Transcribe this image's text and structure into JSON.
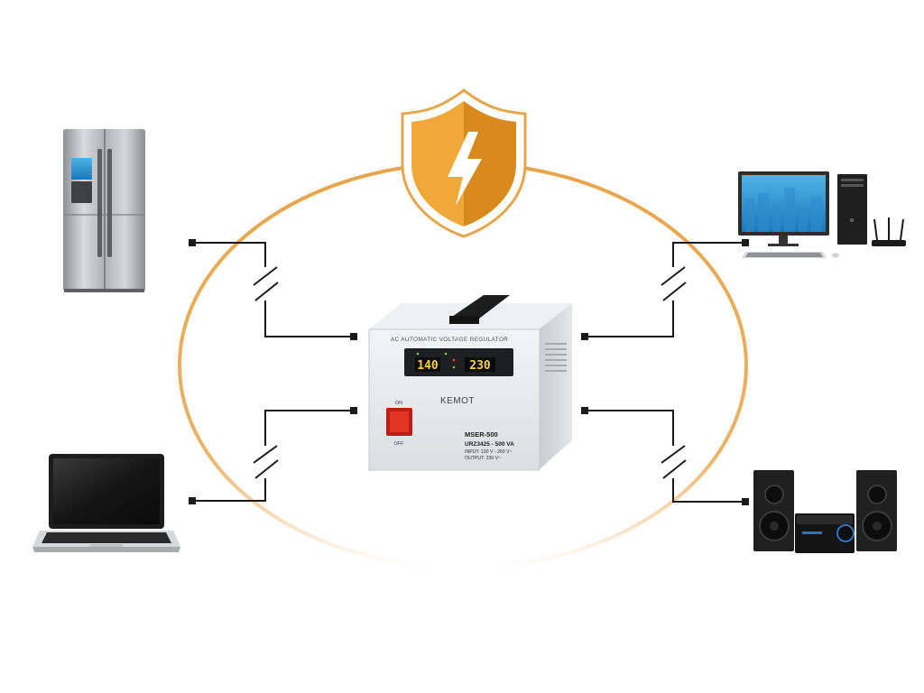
{
  "colors": {
    "ring": "#E7A54A",
    "shield_light": "#F0A838",
    "shield_dark": "#D98A1C",
    "wire": "#1a1a1a",
    "regulator_body": "#E9EAEC",
    "display_text": "#F5D33A",
    "switch_red": "#D62A1E"
  },
  "icons": {
    "shield": "shield-lightning-icon",
    "left_top": "refrigerator-icon",
    "left_bottom": "laptop-icon",
    "right_top": "desktop-computer-icon",
    "right_bottom": "stereo-speakers-icon"
  },
  "regulator": {
    "header": "AC  AUTOMATIC VOLTAGE REGULATOR",
    "brand": "KEMOT",
    "input_display": "140",
    "output_display": "230",
    "switch_on": "ON",
    "switch_off": "OFF",
    "model": "MSER-500",
    "code": "URZ3425 - 500 VA",
    "input_spec": "INPUT: 130 V - 260 V~",
    "output_spec": "OUTPUT: 230 V~"
  }
}
